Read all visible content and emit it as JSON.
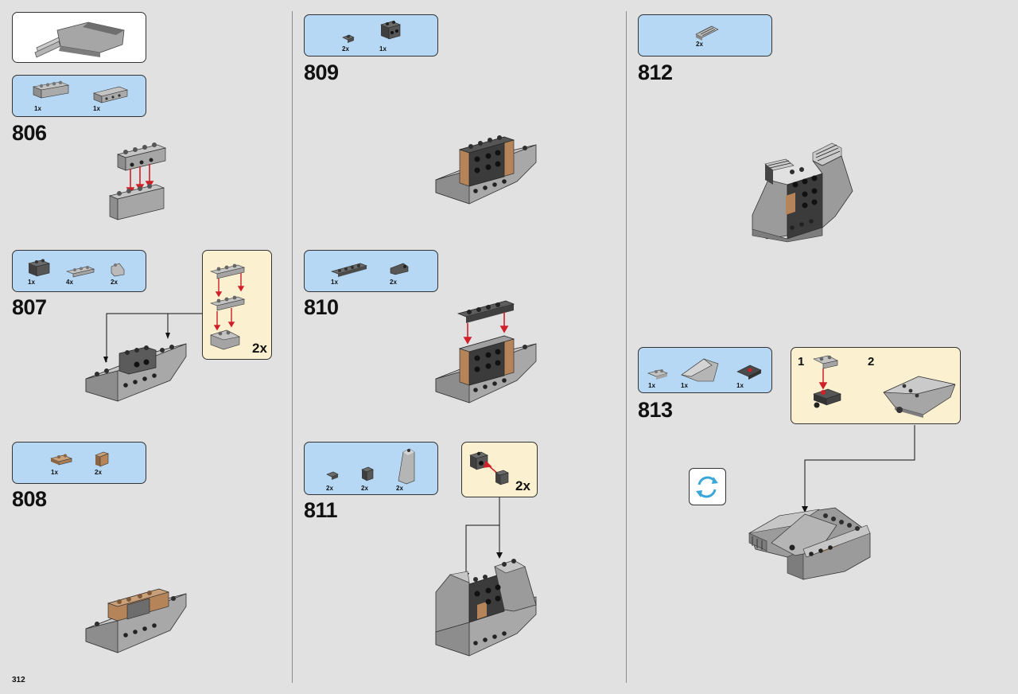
{
  "page": {
    "number": "312"
  },
  "colors": {
    "parts_bg": "#b6d8f4",
    "subassembly_bg": "#fbf0cf",
    "arrow_red": "#d0202a",
    "brick_grey": "#9fa1a0",
    "brick_dark": "#4a4a4a",
    "brick_tan": "#b58458"
  },
  "steps": [
    {
      "number": "806",
      "parts": [
        {
          "qty": "1x",
          "shape": "light-grey-brick-1x4"
        },
        {
          "qty": "1x",
          "shape": "light-grey-technic-brick-1x4"
        }
      ]
    },
    {
      "number": "807",
      "parts": [
        {
          "qty": "1x",
          "shape": "dark-grey-brick-1x2"
        },
        {
          "qty": "4x",
          "shape": "light-grey-plate-1x3"
        },
        {
          "qty": "2x",
          "shape": "light-grey-slope"
        }
      ],
      "subassembly_multiplier": "2x"
    },
    {
      "number": "808",
      "parts": [
        {
          "qty": "1x",
          "shape": "tan-plate-1x2"
        },
        {
          "qty": "2x",
          "shape": "tan-brick-1x1"
        }
      ]
    },
    {
      "number": "809",
      "parts": [
        {
          "qty": "2x",
          "shape": "dark-grey-plate-1x1"
        },
        {
          "qty": "1x",
          "shape": "dark-grey-brick-2x2"
        }
      ]
    },
    {
      "number": "810",
      "parts": [
        {
          "qty": "1x",
          "shape": "dark-grey-plate-1x4"
        },
        {
          "qty": "2x",
          "shape": "dark-grey-clip"
        }
      ]
    },
    {
      "number": "811",
      "parts": [
        {
          "qty": "2x",
          "shape": "dark-grey-plate-1x1"
        },
        {
          "qty": "2x",
          "shape": "dark-grey-brick-1x1"
        },
        {
          "qty": "2x",
          "shape": "light-grey-slope-tall"
        }
      ],
      "subassembly_multiplier": "2x"
    },
    {
      "number": "812",
      "parts": [
        {
          "qty": "2x",
          "shape": "grille-tile"
        }
      ]
    },
    {
      "number": "813",
      "parts": [
        {
          "qty": "1x",
          "shape": "light-grey-plate-1x2"
        },
        {
          "qty": "1x",
          "shape": "light-grey-wedge"
        },
        {
          "qty": "1x",
          "shape": "dark-grey-plate-2x2"
        }
      ],
      "substeps": [
        "1",
        "2"
      ]
    }
  ],
  "icons": {
    "rotate": "rotate-model-icon"
  }
}
